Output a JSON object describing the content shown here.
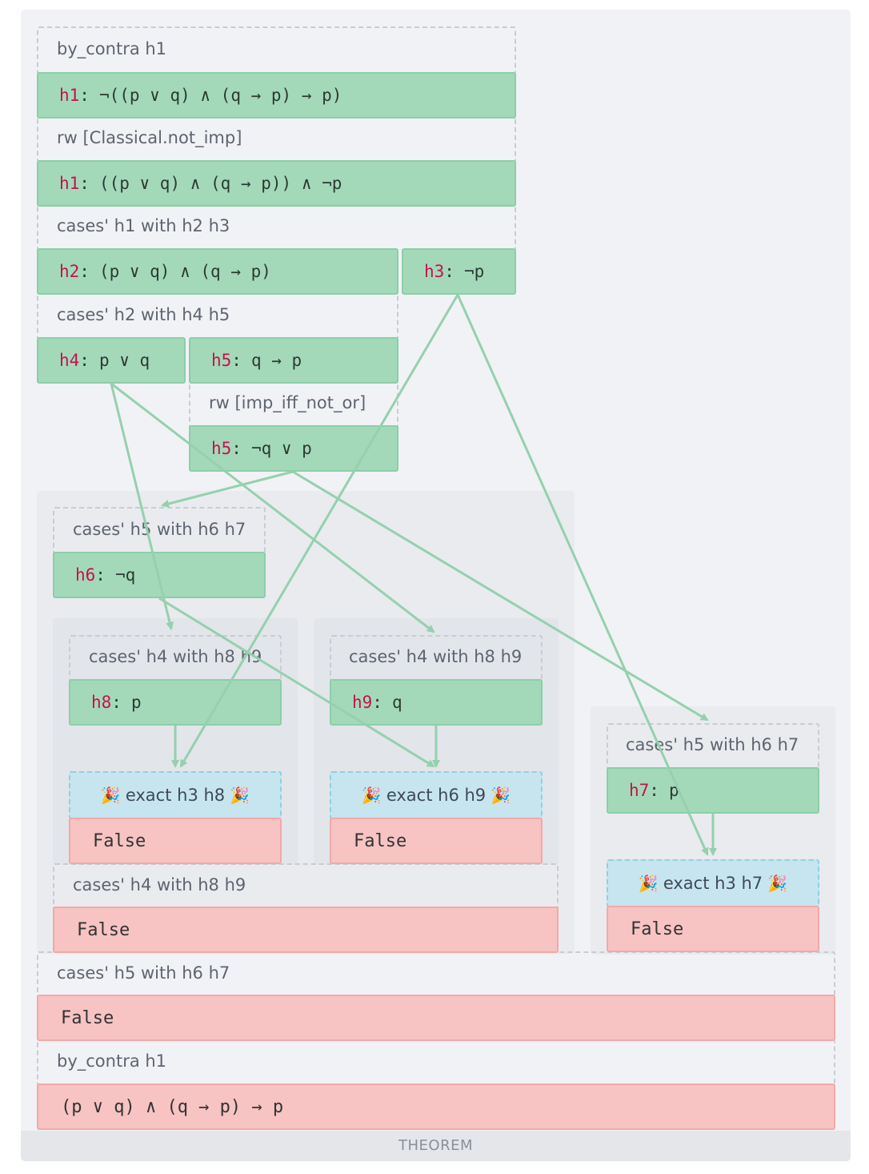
{
  "theorem_label": "THEOREM",
  "colors": {
    "hyp": "#a3d9b9",
    "goal": "#f7c3c3",
    "exact": "#c6e5ef",
    "arrow": "#96d0ae",
    "hyp_name": "#c4124e"
  },
  "tactics": {
    "t1": "by_contra h1",
    "t2": "rw [Classical.not_imp]",
    "t3": "cases' h1 with h2 h3",
    "t4": "cases' h2 with h4 h5",
    "t5": "rw [imp_iff_not_or]",
    "t6": "cases' h5 with h6 h7",
    "t7": "cases' h4 with h8 h9",
    "t8": "cases' h4 with h8 h9",
    "t9": "cases' h5 with h6 h7",
    "t10": "cases' h4 with h8 h9",
    "t11": "cases' h5 with h6 h7",
    "t12": "by_contra h1"
  },
  "hyps": {
    "h1a": {
      "name": "h1",
      "expr": "¬((p ∨ q) ∧ (q → p) → p)"
    },
    "h1b": {
      "name": "h1",
      "expr": "((p ∨ q) ∧ (q → p)) ∧ ¬p"
    },
    "h2": {
      "name": "h2",
      "expr": "(p ∨ q) ∧ (q → p)"
    },
    "h3": {
      "name": "h3",
      "expr": "¬p"
    },
    "h4": {
      "name": "h4",
      "expr": "p ∨ q"
    },
    "h5a": {
      "name": "h5",
      "expr": "q → p"
    },
    "h5b": {
      "name": "h5",
      "expr": "¬q ∨ p"
    },
    "h6": {
      "name": "h6",
      "expr": "¬q"
    },
    "h8": {
      "name": "h8",
      "expr": "p"
    },
    "h9": {
      "name": "h9",
      "expr": "q"
    },
    "h7": {
      "name": "h7",
      "expr": "p"
    }
  },
  "sep": ":",
  "exacts": {
    "e1": {
      "text": "exact h3 h8",
      "party": "🎉"
    },
    "e2": {
      "text": "exact h6 h9",
      "party": "🎉"
    },
    "e3": {
      "text": "exact h3 h7",
      "party": "🎉"
    }
  },
  "goals": {
    "g1": "False",
    "g2": "False",
    "g3": "False",
    "g4": "False",
    "g5": "False",
    "g6": "(p ∨ q) ∧ (q → p) → p"
  }
}
